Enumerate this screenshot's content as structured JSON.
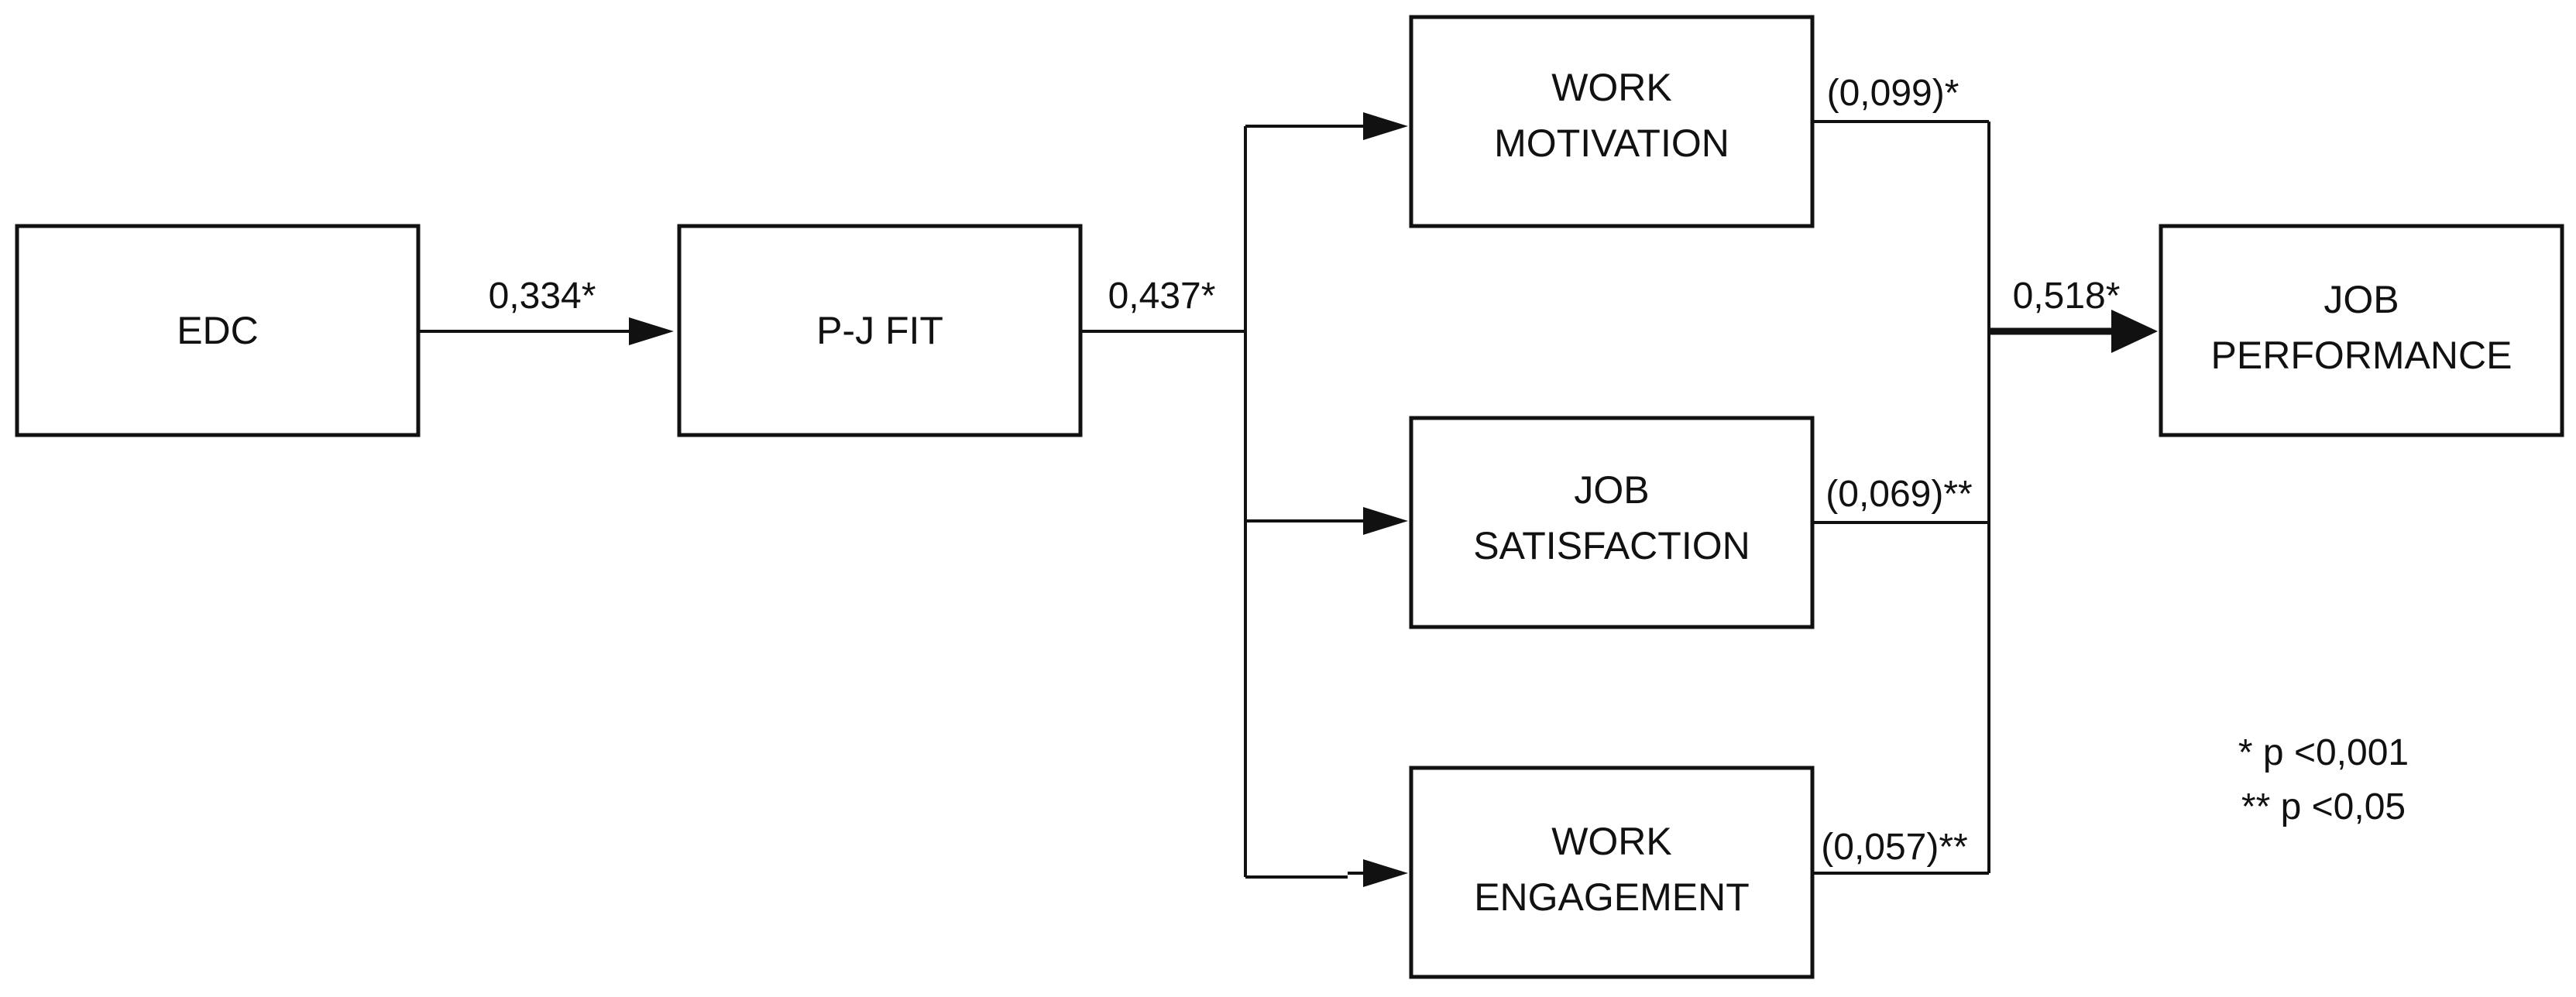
{
  "nodes": {
    "edc": {
      "lines": [
        "EDC"
      ]
    },
    "pj_fit": {
      "lines": [
        "P-J FIT"
      ]
    },
    "work_motivation": {
      "lines": [
        "WORK",
        "MOTIVATION"
      ]
    },
    "job_satisfaction": {
      "lines": [
        "JOB",
        "SATISFACTION"
      ]
    },
    "work_engagement": {
      "lines": [
        "WORK",
        "ENGAGEMENT"
      ]
    },
    "job_performance": {
      "lines": [
        "JOB",
        "PERFORMANCE"
      ]
    }
  },
  "edges": {
    "edc_to_pjfit": "0,334*",
    "pjfit_to_mediators": "0,437*",
    "motivation_coef": "(0,099)*",
    "satisfaction_coef": "(0,069)**",
    "engagement_coef": "(0,057)**",
    "mediators_to_performance": "0,518*"
  },
  "legend": {
    "line1": "* p <0,001",
    "line2": "** p <0,05"
  },
  "colors": {
    "stroke": "#111111",
    "background": "#ffffff"
  }
}
